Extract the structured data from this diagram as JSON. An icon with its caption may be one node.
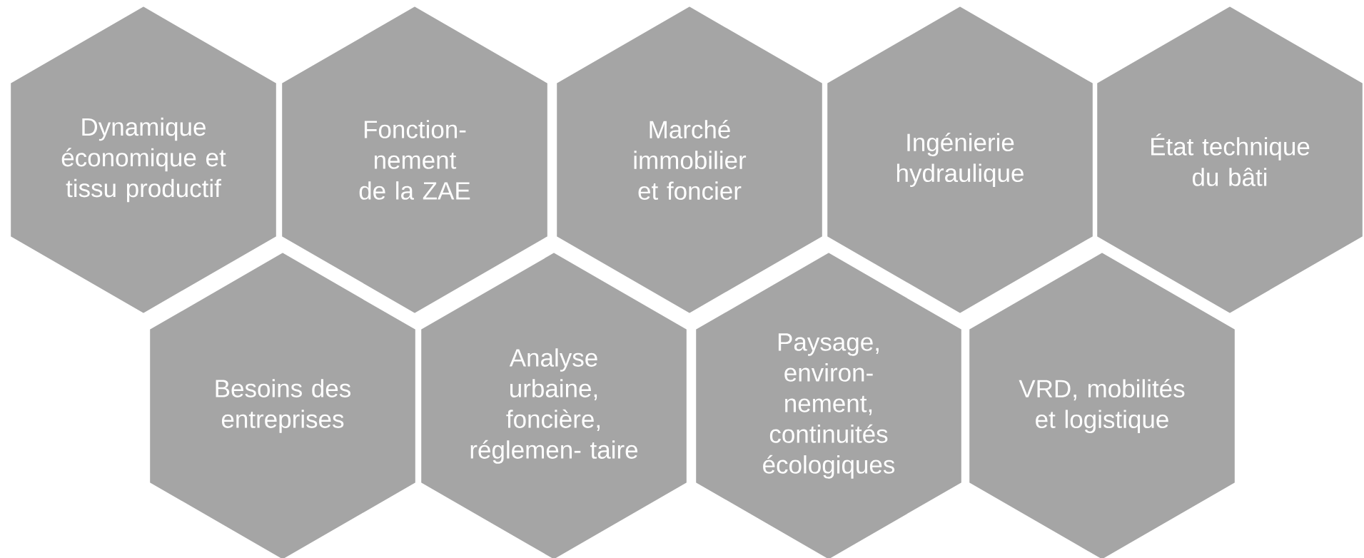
{
  "diagram": {
    "nodes": [
      {
        "text": [
          "Dynamique économique et tissu productif"
        ]
      },
      {
        "text": [
          "Fonction- nement de la ZAE"
        ]
      },
      {
        "text": [
          "Marché immobilier et foncier"
        ]
      },
      {
        "text": [
          "Ingénierie hydraulique"
        ]
      },
      {
        "text": [
          "État technique du bâti"
        ]
      },
      {
        "text": [
          "Besoins des entreprises"
        ]
      },
      {
        "text": [
          "Analyse urbaine, foncière, réglemen- taire"
        ]
      },
      {
        "text": [
          "Paysage, environ- nement, continuités écologiques"
        ]
      },
      {
        "text": [
          "VRD, mobilités et logistique"
        ]
      }
    ]
  }
}
